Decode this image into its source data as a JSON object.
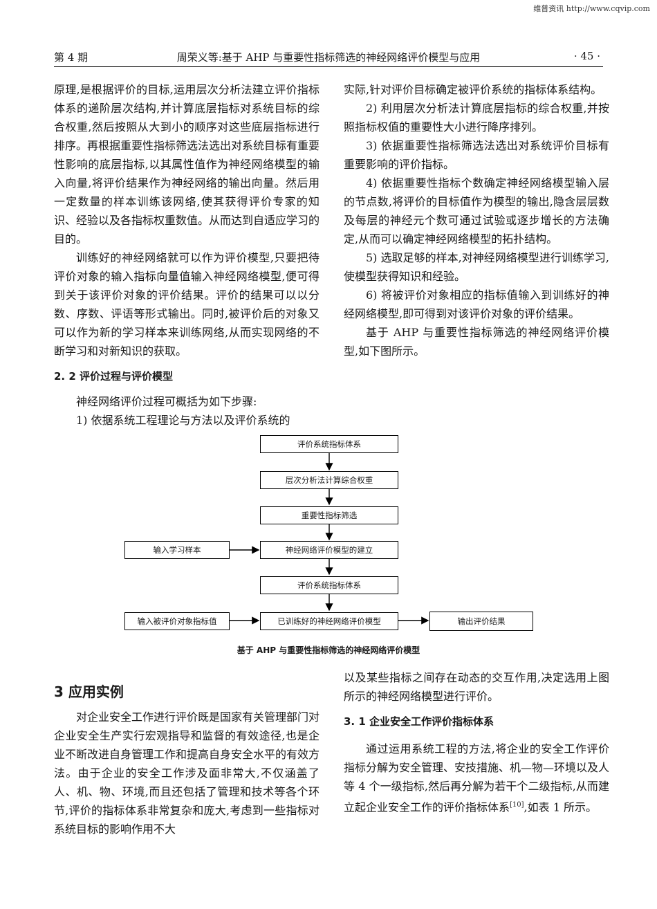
{
  "watermark": "维普资讯 http://www.cqvip.com",
  "header": {
    "issue": "第 4 期",
    "title": "周荣义等:基于 AHP 与重要性指标筛选的神经网络评价模型与应用",
    "page": "· 45 ·"
  },
  "left_col": {
    "p1": "原理,是根据评价的目标,运用层次分析法建立评价指标体系的递阶层次结构,并计算底层指标对系统目标的综合权重,然后按照从大到小的顺序对这些底层指标进行排序。再根据重要性指标筛选法选出对系统目标有重要性影响的底层指标,以其属性值作为神经网络模型的输入向量,将评价结果作为神经网络的输出向量。然后用一定数量的样本训练该网络,使其获得评价专家的知识、经验以及各指标权重数值。从而达到自适应学习的目的。",
    "p2": "训练好的神经网络就可以作为评价模型,只要把待评价对象的输入指标向量值输入神经网络模型,便可得到关于该评价对象的评价结果。评价的结果可以以分数、序数、评语等形式输出。同时,被评价后的对象又可以作为新的学习样本来训练网络,从而实现网络的不断学习和对新知识的获取。",
    "section_22": "2. 2  评价过程与评价模型",
    "p3": "神经网络评价过程可概括为如下步骤:",
    "p4": "1) 依据系统工程理论与方法以及评价系统的"
  },
  "right_col": {
    "p1": "实际,针对评价目标确定被评价系统的指标体系结构。",
    "p2": "2) 利用层次分析法计算底层指标的综合权重,并按照指标权值的重要性大小进行降序排列。",
    "p3": "3) 依据重要性指标筛选法选出对系统评价目标有重要影响的评价指标。",
    "p4": "4) 依据重要性指标个数确定神经网络模型输入层的节点数,将评价的目标值作为模型的输出,隐含层层数及每层的神经元个数可通过试验或逐步增长的方法确定,从而可以确定神经网络模型的拓扑结构。",
    "p5": "5) 选取足够的样本,对神经网络模型进行训练学习,使模型获得知识和经验。",
    "p6": "6) 将被评价对象相应的指标值输入到训练好的神经网络模型,即可得到对该评价对象的评价结果。",
    "p7": "基于 AHP 与重要性指标筛选的神经网络评价模型,如下图所示。"
  },
  "flowchart": {
    "box1": "评价系统指标体系",
    "box2": "层次分析法计算综合权重",
    "box3": "重要性指标筛选",
    "box4": "神经网络评价模型的建立",
    "box5": "评价系统指标体系",
    "box6": "已训练好的神经网络评价模型",
    "input_samples": "输入学习样本",
    "input_values": "输入被评价对象指标值",
    "output": "输出评价结果",
    "caption": "基于 AHP 与重要性指标筛选的神经网络评价模型"
  },
  "section3": {
    "heading": "3   应用实例",
    "left_p1": "对企业安全工作进行评价既是国家有关管理部门对企业安全生产实行宏观指导和监督的有效途径,也是企业不断改进自身管理工作和提高自身安全水平的有效方法。由于企业的安全工作涉及面非常大,不仅涵盖了人、机、物、环境,而且还包括了管理和技术等各个环节,评价的指标体系非常复杂和庞大,考虑到一些指标对系统目标的影响作用不大",
    "right_p1": "以及某些指标之间存在动态的交互作用,决定选用上图所示的神经网络模型进行评价。",
    "sub31": "3. 1  企业安全工作评价指标体系",
    "right_p2": "通过运用系统工程的方法,将企业的安全工作评价指标分解为安全管理、安技措施、机—物—环境以及人等 4 个一级指标,然后再分解为若干个二级指标,从而建立起企业安全工作的评价指标体系",
    "ref": "[10]",
    "right_p2_end": ",如表 1 所示。"
  }
}
